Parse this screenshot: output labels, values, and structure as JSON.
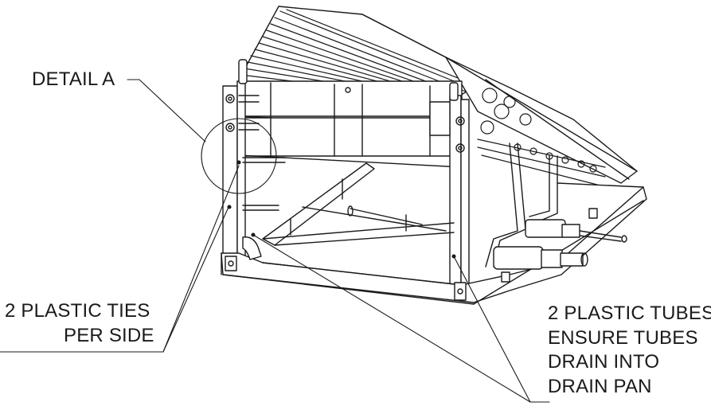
{
  "labels": {
    "detail": "DETAIL A",
    "ties_line1": "2 PLASTIC TIES",
    "ties_line2": "PER SIDE",
    "tubes_line1": "2 PLASTIC TUBES",
    "tubes_line2": "ENSURE TUBES",
    "tubes_line3": "DRAIN INTO",
    "tubes_line4": "DRAIN PAN"
  },
  "colors": {
    "ink": "#1a1a1a",
    "background": "#ffffff"
  }
}
